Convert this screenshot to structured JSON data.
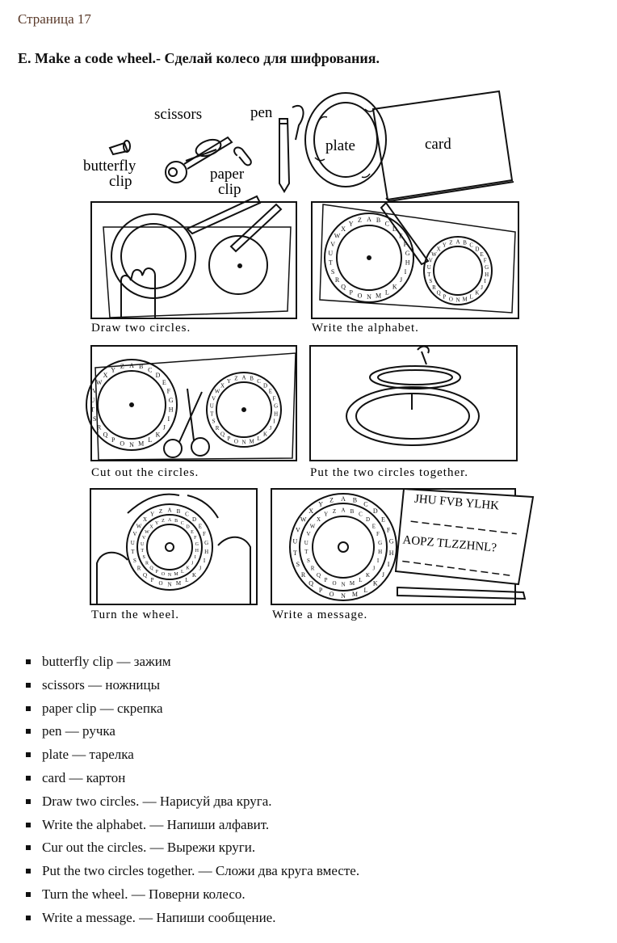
{
  "page": {
    "label": "Страница 17",
    "heading": "E. Make a code wheel.- Сделай колесо для шифрования."
  },
  "illustration": {
    "materials": {
      "scissors": "scissors",
      "pen": "pen",
      "butterfly1": "butterfly",
      "butterfly2": "clip",
      "paper1": "paper",
      "paper2": "clip",
      "plate": "plate",
      "card": "card"
    },
    "captions": {
      "step1": "Draw two circles.",
      "step2": "Write the alphabet.",
      "step3": "Cut out the circles.",
      "step4": "Put the two circles together.",
      "step5": "Turn the wheel.",
      "step6": "Write a message."
    },
    "note": {
      "line1": "JHU FVB YLHK",
      "line2": "AOPZ TLZZHNL?"
    },
    "alphabet": "ABCDEFGHIJKLMNOPQRSTUVWXYZ"
  },
  "vocabulary": [
    "butterfly clip — зажим",
    "scissors — ножницы",
    "paper clip — скрепка",
    "pen — ручка",
    "plate — тарелка",
    "card — картон",
    "Draw two circles. — Нарисуй два круга.",
    "Write the alphabet. — Напиши алфавит.",
    "Cur out the circles. — Вырежи круги.",
    "Put the two circles together. — Сложи два круга вместе.",
    "Turn the wheel. — Поверни колесо.",
    "Write a message. — Напиши сообщение."
  ]
}
